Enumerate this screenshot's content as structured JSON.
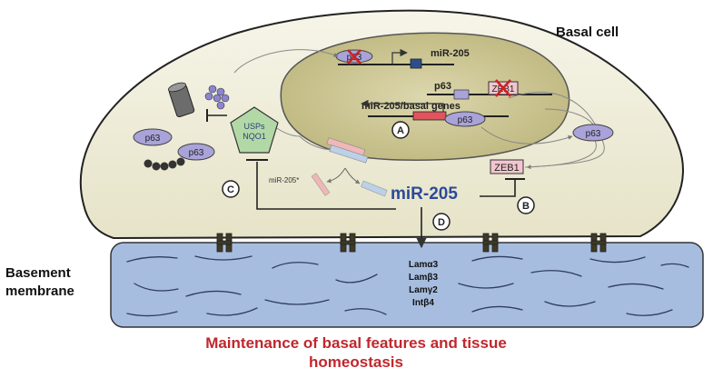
{
  "cell_label": "Basal cell",
  "membrane_label": [
    "Basement",
    "membrane"
  ],
  "caption": [
    "Maintenance of basal features and tissue",
    "homeostasis"
  ],
  "mir205_gene_label": "miR-205",
  "mir205_main_label": "miR-205",
  "mir205_star_label": "miR-205*",
  "basal_genes_label": "miR-205/basal genes",
  "p63_label": "p63",
  "zeb1_label": "ZEB1",
  "usps_label": [
    "USPs",
    "NQO1"
  ],
  "circle_labels": {
    "A": "A",
    "B": "B",
    "C": "C",
    "D": "D"
  },
  "laminins": [
    "Lamα3",
    "Lamβ3",
    "Lamγ2",
    "Intβ4"
  ],
  "colors": {
    "cell_fill": "#efeedd",
    "nucleus_fill": "#cfc99a",
    "membrane_fill": "#a6bde0",
    "p63_fill": "#a9a3d9",
    "zeb1_fill": "#f3c6cf",
    "usps_fill": "#b2d8a6",
    "caption_red": "#c0272d",
    "mir205_blue": "#2b4b9a"
  }
}
